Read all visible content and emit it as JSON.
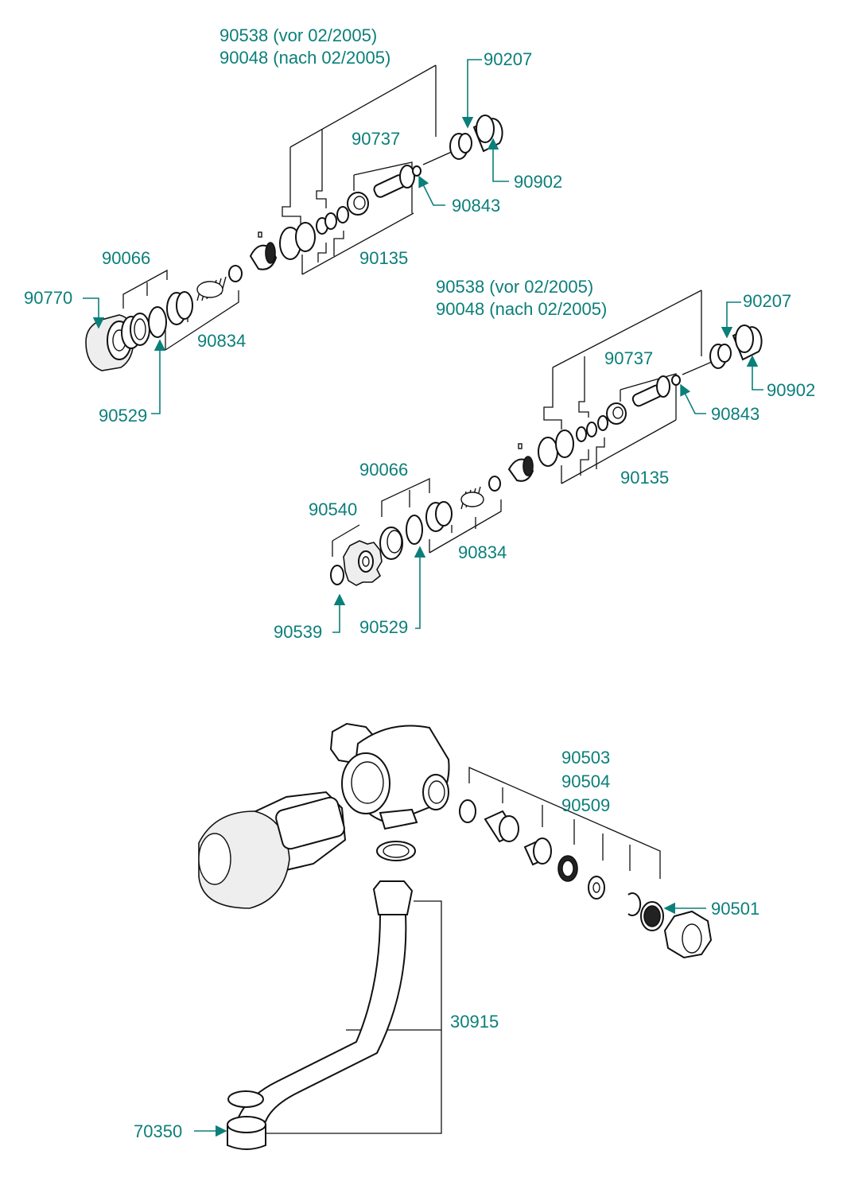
{
  "labels": {
    "a_90538": "90538 (vor 02/2005)",
    "a_90048": "90048 (nach 02/2005)",
    "a_90207": "90207",
    "a_90737": "90737",
    "a_90902": "90902",
    "a_90843": "90843",
    "a_90135": "90135",
    "a_90066": "90066",
    "a_90770": "90770",
    "a_90834": "90834",
    "a_90529": "90529",
    "b_90538": "90538 (vor 02/2005)",
    "b_90048": "90048 (nach 02/2005)",
    "b_90207": "90207",
    "b_90737": "90737",
    "b_90902": "90902",
    "b_90843": "90843",
    "b_90135": "90135",
    "b_90066": "90066",
    "b_90540": "90540",
    "b_90834": "90834",
    "b_90539": "90539",
    "b_90529": "90529",
    "c_90503": "90503",
    "c_90504": "90504",
    "c_90509": "90509",
    "c_90501": "90501",
    "c_30915": "30915",
    "c_70350": "70350"
  },
  "colors": {
    "label": "#0b7f7a",
    "line": "#111111"
  }
}
